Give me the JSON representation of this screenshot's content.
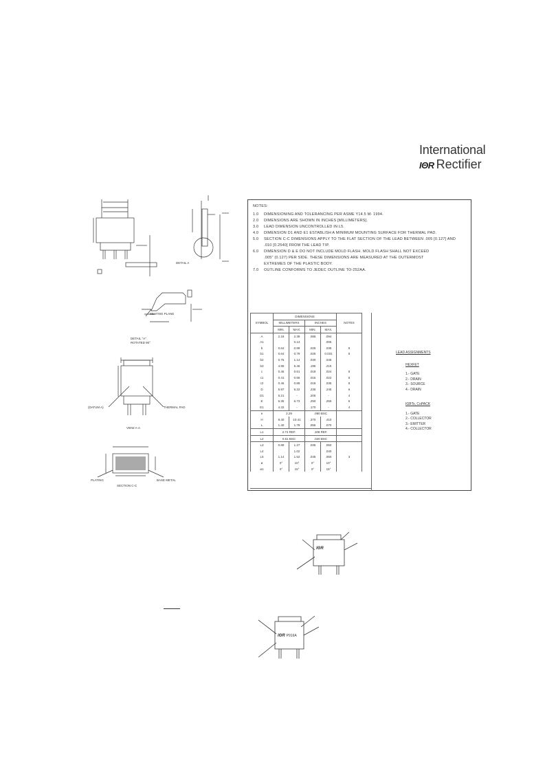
{
  "logo": {
    "line1": "International",
    "ior": "IΘR",
    "line2": "Rectifier"
  },
  "notes": {
    "title": "NOTES:",
    "items": [
      {
        "num": "1.0",
        "text": "DIMENSIONING AND TOLERANCING PER ASME Y14.5 M- 1994."
      },
      {
        "num": "2.0",
        "text": "DIMENSIONS ARE SHOWN IN INCHES [MILLIMETERS]."
      },
      {
        "num": "3.0",
        "text": "LEAD DIMENSION UNCONTROLLED IN L5."
      },
      {
        "num": "4.0",
        "text": "DIMENSION D1 AND E1 ESTABLISH A MINIMUM MOUNTING SURFACE FOR THERMAL PAD."
      },
      {
        "num": "5.0",
        "text": "SECTION C-C DIMENSIONS APPLY TO THE FLAT SECTION OF THE LEAD BETWEEN .005 [0.127] AND"
      },
      {
        "num": "",
        "text": ".010 [0.2540] FROM THE LEAD TIP."
      },
      {
        "num": "6.0",
        "text": "DIMENSION D & E DO NOT INCLUDE MOLD FLASH. MOLD FLASH SHALL NOT EXCEED"
      },
      {
        "num": "",
        "text": ".005\" (0.127) PER SIDE. THESE DIMENSIONS ARE MEASURED AT THE OUTERMOST"
      },
      {
        "num": "",
        "text": "EXTREMES OF THE PLASTIC BODY."
      },
      {
        "num": "7.0",
        "text": "OUTLINE CONFORMS TO JEDEC OUTLINE TO-252AA."
      }
    ]
  },
  "dimensions": {
    "title": "DIMENSIONS",
    "symbol_header": "SYMBOL",
    "mm_header": "MILLIMETERS",
    "in_header": "INCHES",
    "notes_header": "NOTES",
    "min": "MIN.",
    "max": "MAX.",
    "rows": [
      [
        "A",
        "2.18",
        "2.39",
        ".086",
        ".094",
        ""
      ],
      [
        "A1",
        "",
        "0.13",
        "",
        ".005",
        ""
      ],
      [
        "b",
        "0.64",
        "0.89",
        ".025",
        ".035",
        "5"
      ],
      [
        "b1",
        "0.64",
        "0.79",
        ".025",
        "0.031",
        "5"
      ],
      [
        "b2",
        "0.76",
        "1.14",
        ".030",
        ".045",
        ""
      ],
      [
        "b3",
        "4.95",
        "5.46",
        ".195",
        ".215",
        ""
      ],
      [
        "c",
        "0.46",
        "0.61",
        ".018",
        ".024",
        "5"
      ],
      [
        "c1",
        "0.41",
        "0.56",
        ".016",
        ".022",
        "5"
      ],
      [
        "c2",
        "0.46",
        "0.89",
        ".018",
        ".035",
        "5"
      ],
      [
        "D",
        "5.97",
        "6.22",
        ".235",
        ".245",
        "6"
      ],
      [
        "D1",
        "5.21",
        "-",
        ".205",
        "-",
        "4"
      ],
      [
        "E",
        "6.35",
        "6.73",
        ".250",
        ".265",
        "6"
      ],
      [
        "E1",
        "4.32",
        "-",
        ".170",
        "-",
        "4"
      ],
      [
        "e",
        "2.29",
        "",
        ".090 BSC",
        "",
        ""
      ],
      [
        "H",
        "9.40",
        "10.41",
        ".370",
        ".410",
        ""
      ],
      [
        "L",
        "1.40",
        "1.78",
        ".055",
        ".070",
        ""
      ],
      [
        "L1",
        "2.74 REF.",
        "",
        ".108 REF.",
        "",
        ""
      ],
      [
        "L2",
        "0.51 BSC",
        "",
        ".020 BSC",
        "",
        ""
      ],
      [
        "L3",
        "0.89",
        "1.27",
        ".035",
        ".050",
        ""
      ],
      [
        "L4",
        "",
        "1.02",
        "",
        ".040",
        ""
      ],
      [
        "L5",
        "1.14",
        "1.52",
        ".045",
        ".060",
        "3"
      ],
      [
        "ø",
        "0°",
        "10°",
        "0°",
        "10°",
        ""
      ],
      [
        "ø1",
        "0°",
        "15°",
        "0°",
        "15°",
        ""
      ]
    ]
  },
  "lead_assignments": {
    "title": "LEAD ASSIGNMENTS",
    "hexfet": {
      "title": "HEXFET",
      "items": [
        "1.- GATE",
        "2.- DRAIN",
        "3.- SOURCE",
        "4.- DRAIN"
      ]
    },
    "igbt": {
      "title": "IGBTs, CoPACK",
      "items": [
        "1.- GATE",
        "2.- COLLECTOR",
        "3.- EMITTER",
        "4.- COLLECTOR"
      ]
    }
  },
  "drawing_labels": {
    "seating_plane": "SEATING PLANE",
    "detail_a": "DETAIL \"A\"",
    "rotated": "ROTATED 90°",
    "view_aa": "VIEW A-A",
    "section_cc": "SECTION C-C",
    "datum": "(DATUM A)",
    "thermal_pad": "THERMAL PAD",
    "plating": "PLATING",
    "base_metal": "BASE METAL",
    "detail_ref": "DETAIL A"
  },
  "marking": {
    "ior1": "IΘR",
    "ior2": "IΘR",
    "part": "P916A"
  }
}
